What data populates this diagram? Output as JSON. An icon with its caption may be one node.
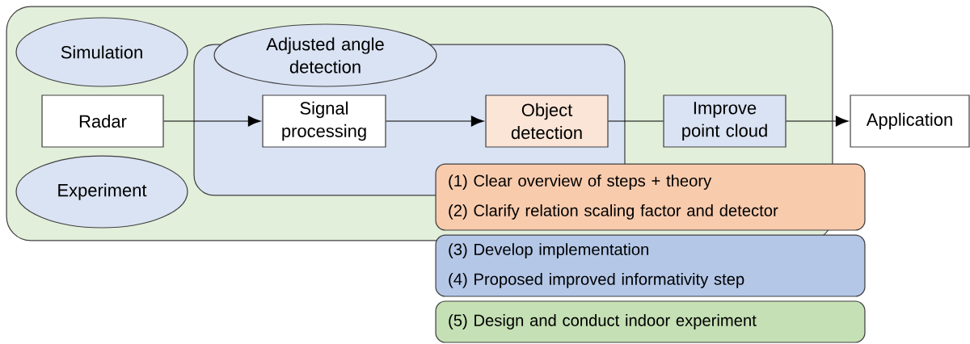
{
  "diagram": {
    "nodes": [
      {
        "text": [],
        "shape": "box"
      },
      {
        "text": [
          "Simulation"
        ],
        "in": 0
      },
      {
        "text": [
          "Radar"
        ],
        "in": 0
      },
      {
        "text": [
          "Experiment"
        ],
        "in": 0
      },
      {
        "text": [],
        "shape": "box",
        "in": 0
      },
      {
        "text": [
          "Adjusted angle detection"
        ],
        "in": 0
      },
      {
        "text": [
          "Signal processing"
        ],
        "in": 4
      },
      {
        "text": [
          "Object detection"
        ],
        "in": 4
      },
      {
        "text": [
          "Improve point cloud"
        ],
        "in": 0
      },
      {
        "text": [
          "Application"
        ]
      },
      {
        "text": [
          "(1) Clear overview of steps + theory",
          "(2) Clarify relation scaling factor and detector"
        ]
      },
      {
        "text": [
          "(3) Develop implementation",
          "(4) Proposed improved informativity step"
        ]
      },
      {
        "text": [
          "(5) Design and conduct indoor experiment"
        ]
      }
    ],
    "edges": [
      {
        "from": 2,
        "to": 6,
        "arrow": "to"
      },
      {
        "from": 6,
        "to": 7,
        "arrow": "to"
      },
      {
        "from": 7,
        "to": 8,
        "arrow": "none"
      },
      {
        "from": 8,
        "to": 9,
        "arrow": "to"
      }
    ]
  }
}
